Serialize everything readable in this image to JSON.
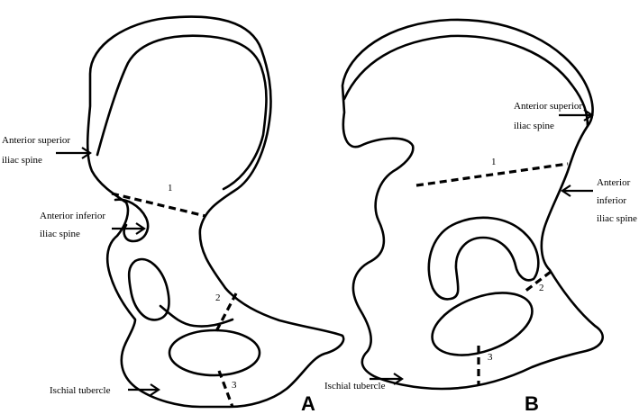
{
  "panels": {
    "a": {
      "letter": "A",
      "labels": {
        "asis": [
          "Anterior superior",
          "iliac spine"
        ],
        "aiis": [
          "Anterior inferior",
          "iliac spine"
        ],
        "ischial": "Ischial tubercle"
      },
      "numbers": [
        "1",
        "2",
        "3"
      ]
    },
    "b": {
      "letter": "B",
      "labels": {
        "asis": [
          "Anterior superior",
          "iliac spine"
        ],
        "aiis": [
          "Anterior",
          "inferior",
          "iliac spine"
        ],
        "ischial": "Ischial tubercle"
      },
      "numbers": [
        "1",
        "2",
        "3"
      ]
    }
  }
}
